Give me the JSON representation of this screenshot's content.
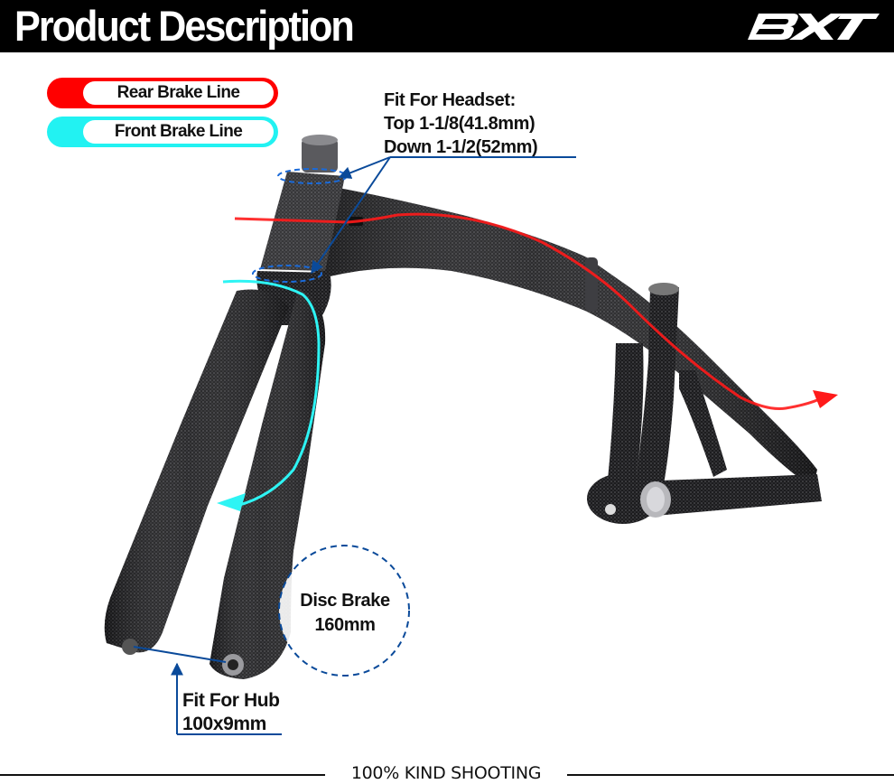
{
  "header": {
    "title": "Product Description",
    "brand": "BXT"
  },
  "legend": [
    {
      "label": "Rear Brake Line",
      "color": "#ff0000"
    },
    {
      "label": "Front Brake Line",
      "color": "#22f2f2"
    }
  ],
  "callouts": {
    "headset": {
      "title": "Fit For Headset:",
      "top": "Top 1-1/8(41.8mm)",
      "down": "Down 1-1/2(52mm)"
    },
    "disc_brake": {
      "line1": "Disc Brake",
      "line2": "160mm"
    },
    "hub": {
      "line1": "Fit For Hub",
      "line2": "100x9mm"
    }
  },
  "annotation_color": "#0a4a9a",
  "footer": {
    "text": "100% KIND SHOOTING"
  }
}
